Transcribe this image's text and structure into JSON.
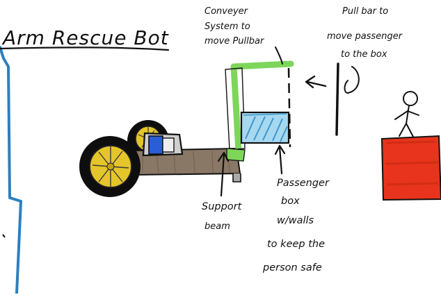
{
  "title": "Arm Rescue Bot",
  "labels": {
    "conveyor": [
      "Conveyer",
      "System to",
      "move Pullbar"
    ],
    "pullbar": [
      "Pull bar to",
      "move passenger",
      "to the box"
    ],
    "support": [
      "Support",
      "beam"
    ],
    "passenger_box": [
      "Passenger",
      "box",
      "w/walls",
      "to keep the",
      "person safe"
    ]
  },
  "colors": {
    "ink": "#111111",
    "conveyor_frame": "#7dd65a",
    "passenger_box_fill": "#a6d8ef",
    "passenger_box_hatch": "#3d97cf",
    "support_beam": "#8a7867",
    "wheel_tyre": "#0e0e0e",
    "wheel_hub": "#e4c52a",
    "motor_blue": "#2a5ed6",
    "rescue_platform": "#e8341c",
    "left_edge_line": "#2c7fc0"
  },
  "icons": {
    "person": "stick-figure-icon",
    "wheel": "wheel-icon",
    "arrow": "arrow-icon"
  }
}
